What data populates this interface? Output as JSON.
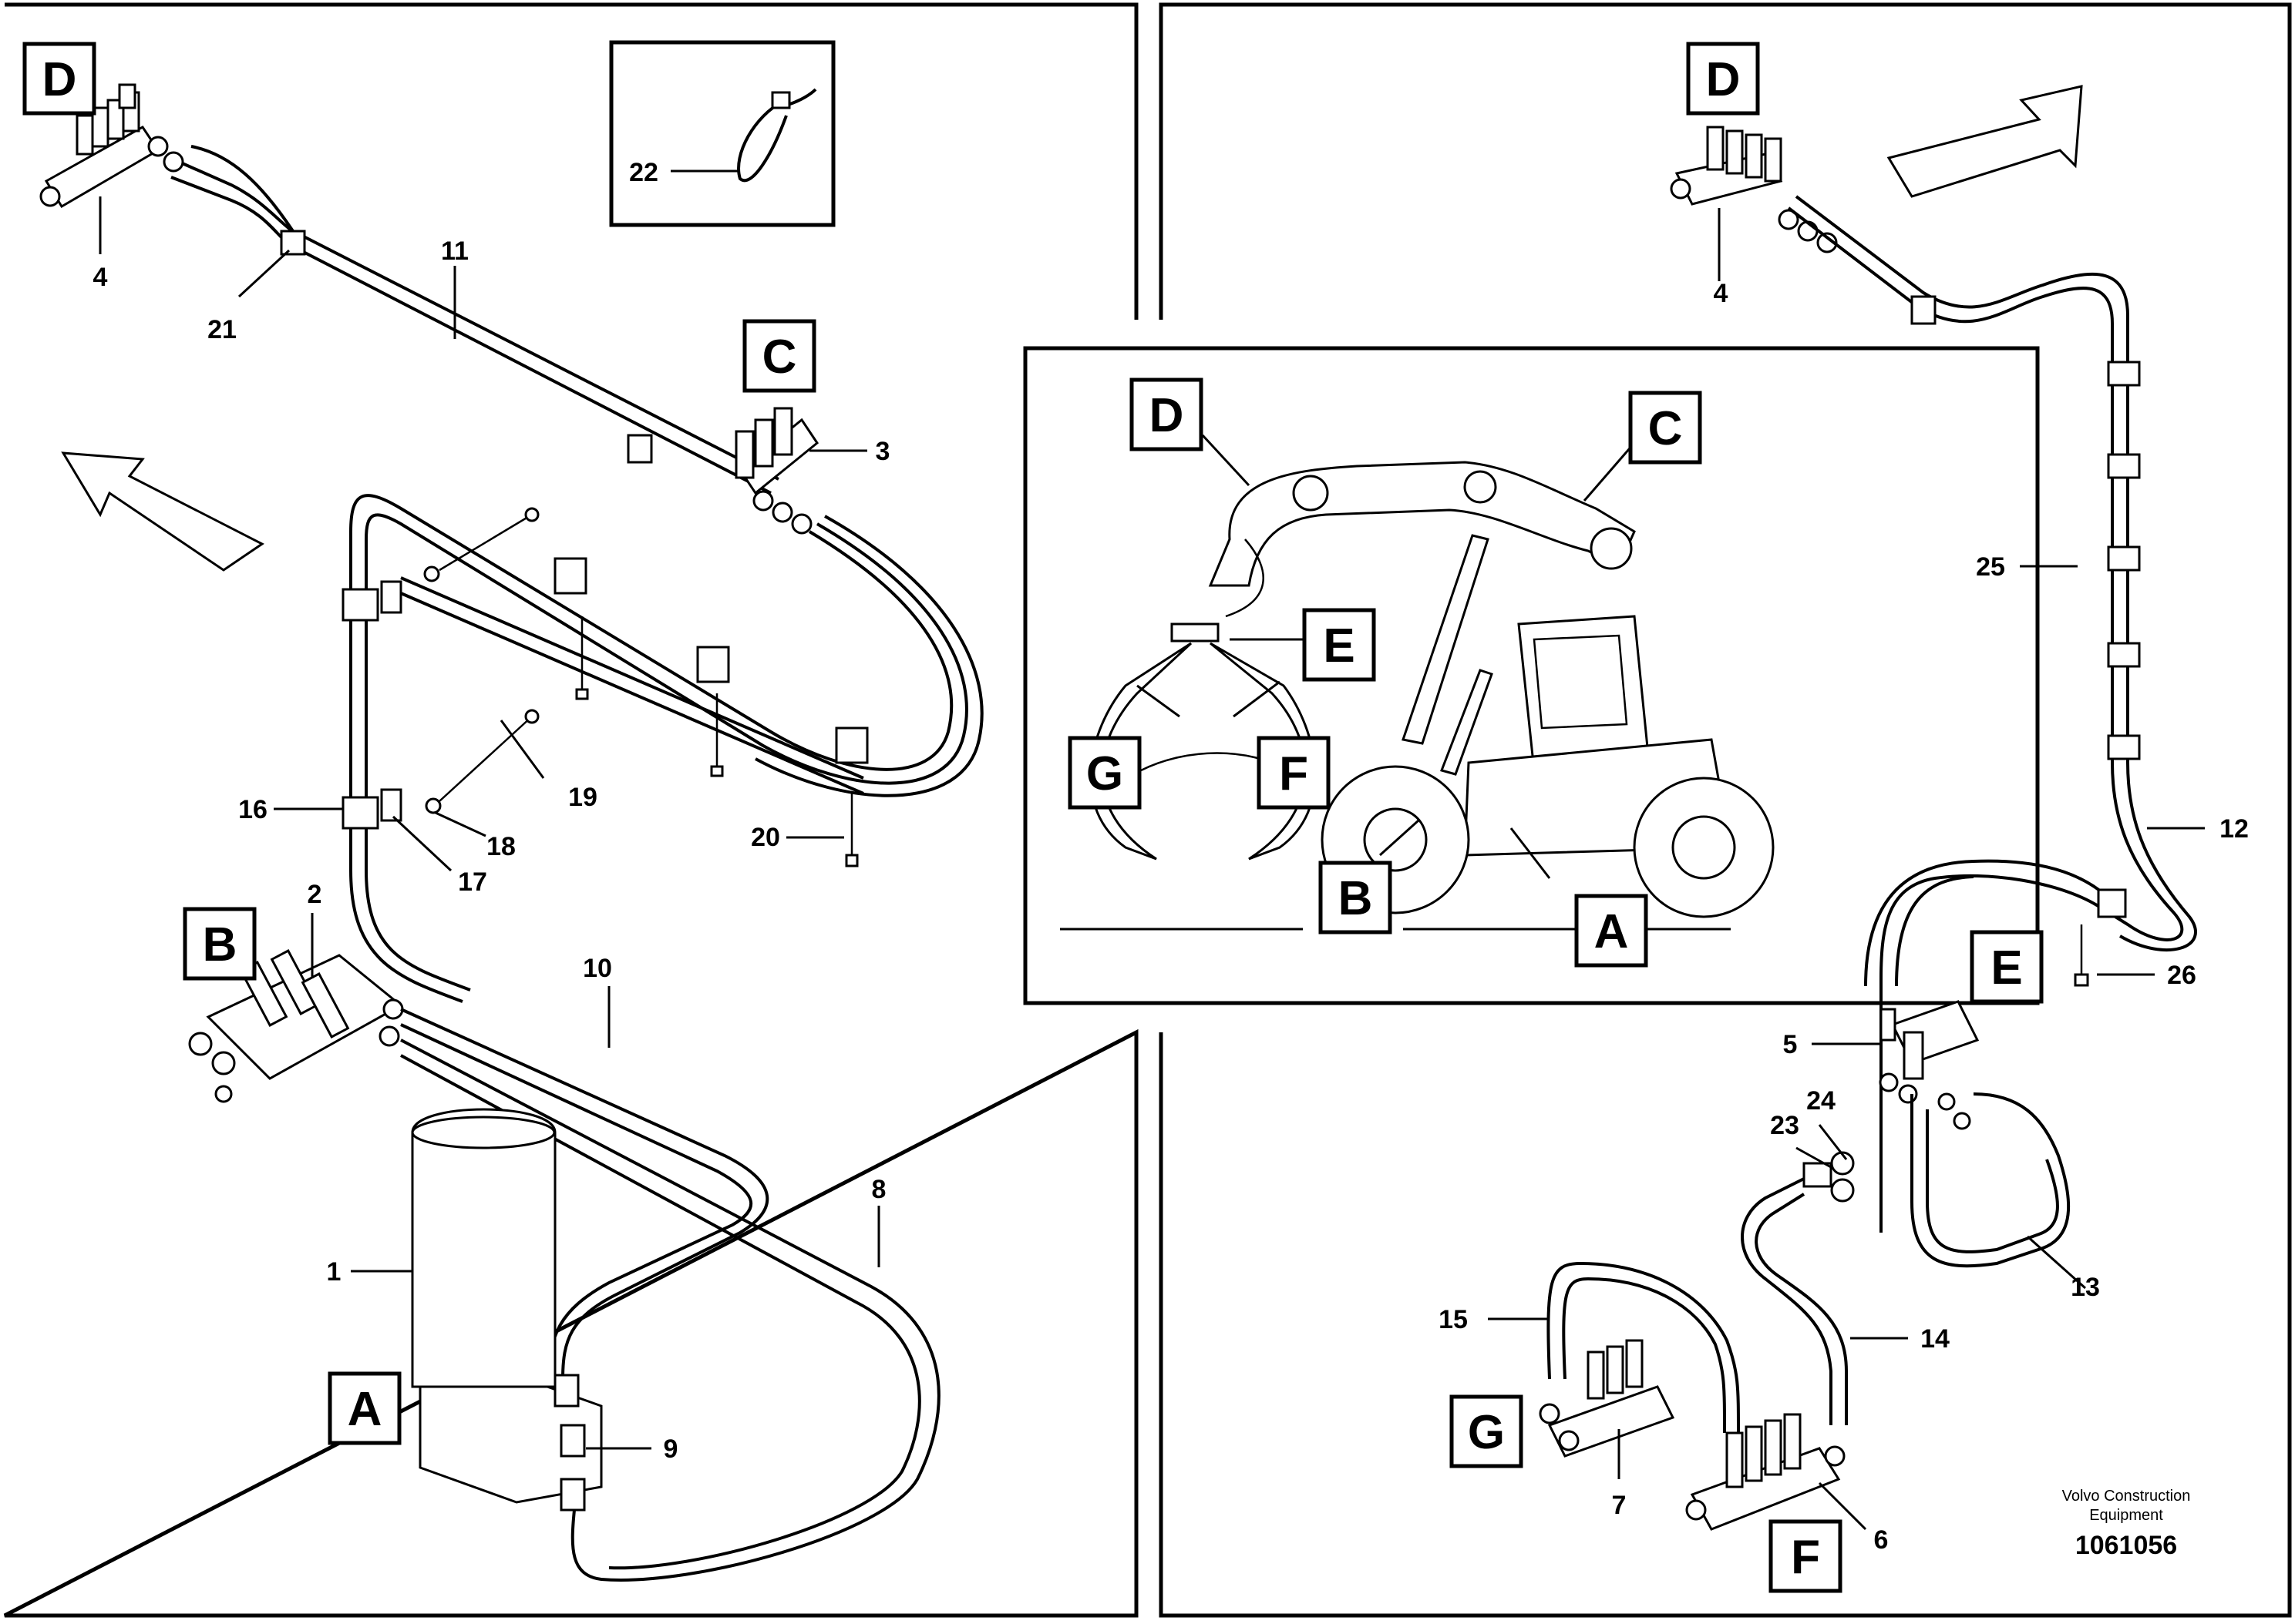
{
  "left_panel": {
    "letters": {
      "D": "D",
      "C": "C",
      "B": "B",
      "A": "A"
    },
    "part_numbers": {
      "p1": "1",
      "p2": "2",
      "p3": "3",
      "p4": "4",
      "p8": "8",
      "p9": "9",
      "p10": "10",
      "p11": "11",
      "p16": "16",
      "p17": "17",
      "p18": "18",
      "p19": "19",
      "p20": "20",
      "p21": "21",
      "p22": "22"
    }
  },
  "center_inset": {
    "letters": {
      "D": "D",
      "C": "C",
      "E": "E",
      "G": "G",
      "F": "F",
      "B": "B",
      "A": "A"
    }
  },
  "right_panel": {
    "letters": {
      "D": "D",
      "E": "E",
      "G": "G",
      "F": "F"
    },
    "part_numbers": {
      "p4": "4",
      "p5": "5",
      "p6": "6",
      "p7": "7",
      "p12": "12",
      "p13": "13",
      "p14": "14",
      "p15": "15",
      "p23": "23",
      "p24": "24",
      "p25": "25",
      "p26": "26"
    }
  },
  "footer": {
    "brand_line1": "Volvo Construction",
    "brand_line2": "Equipment",
    "document_number": "1061056"
  },
  "icons": [
    "direction-arrow-icon",
    "cable-tie-icon",
    "lubrication-pump-icon",
    "distribution-block-icon",
    "hose-clamp-icon",
    "loader-machine-icon"
  ],
  "colors": {
    "line": "#000000",
    "background": "#ffffff"
  }
}
